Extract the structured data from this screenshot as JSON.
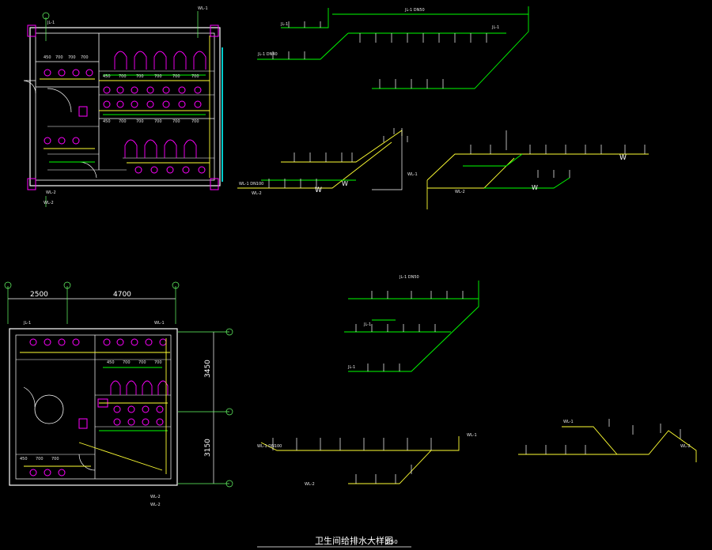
{
  "drawing": {
    "title": "卫生间给排水大样图",
    "scale": "1:50",
    "colors": {
      "background": "#000000",
      "wall": "#ffffff",
      "fixture": "#ff00ff",
      "pipe": "#ffff33",
      "hot_pipe": "#00ff00",
      "axis": "#66ff66",
      "dimension": "#ffffff",
      "glass": "#00cccc"
    }
  },
  "plan_bottom": {
    "dimensions": {
      "top_left": "2500",
      "top_right": "4700",
      "right_upper": "3450",
      "right_lower": "3150"
    }
  }
}
